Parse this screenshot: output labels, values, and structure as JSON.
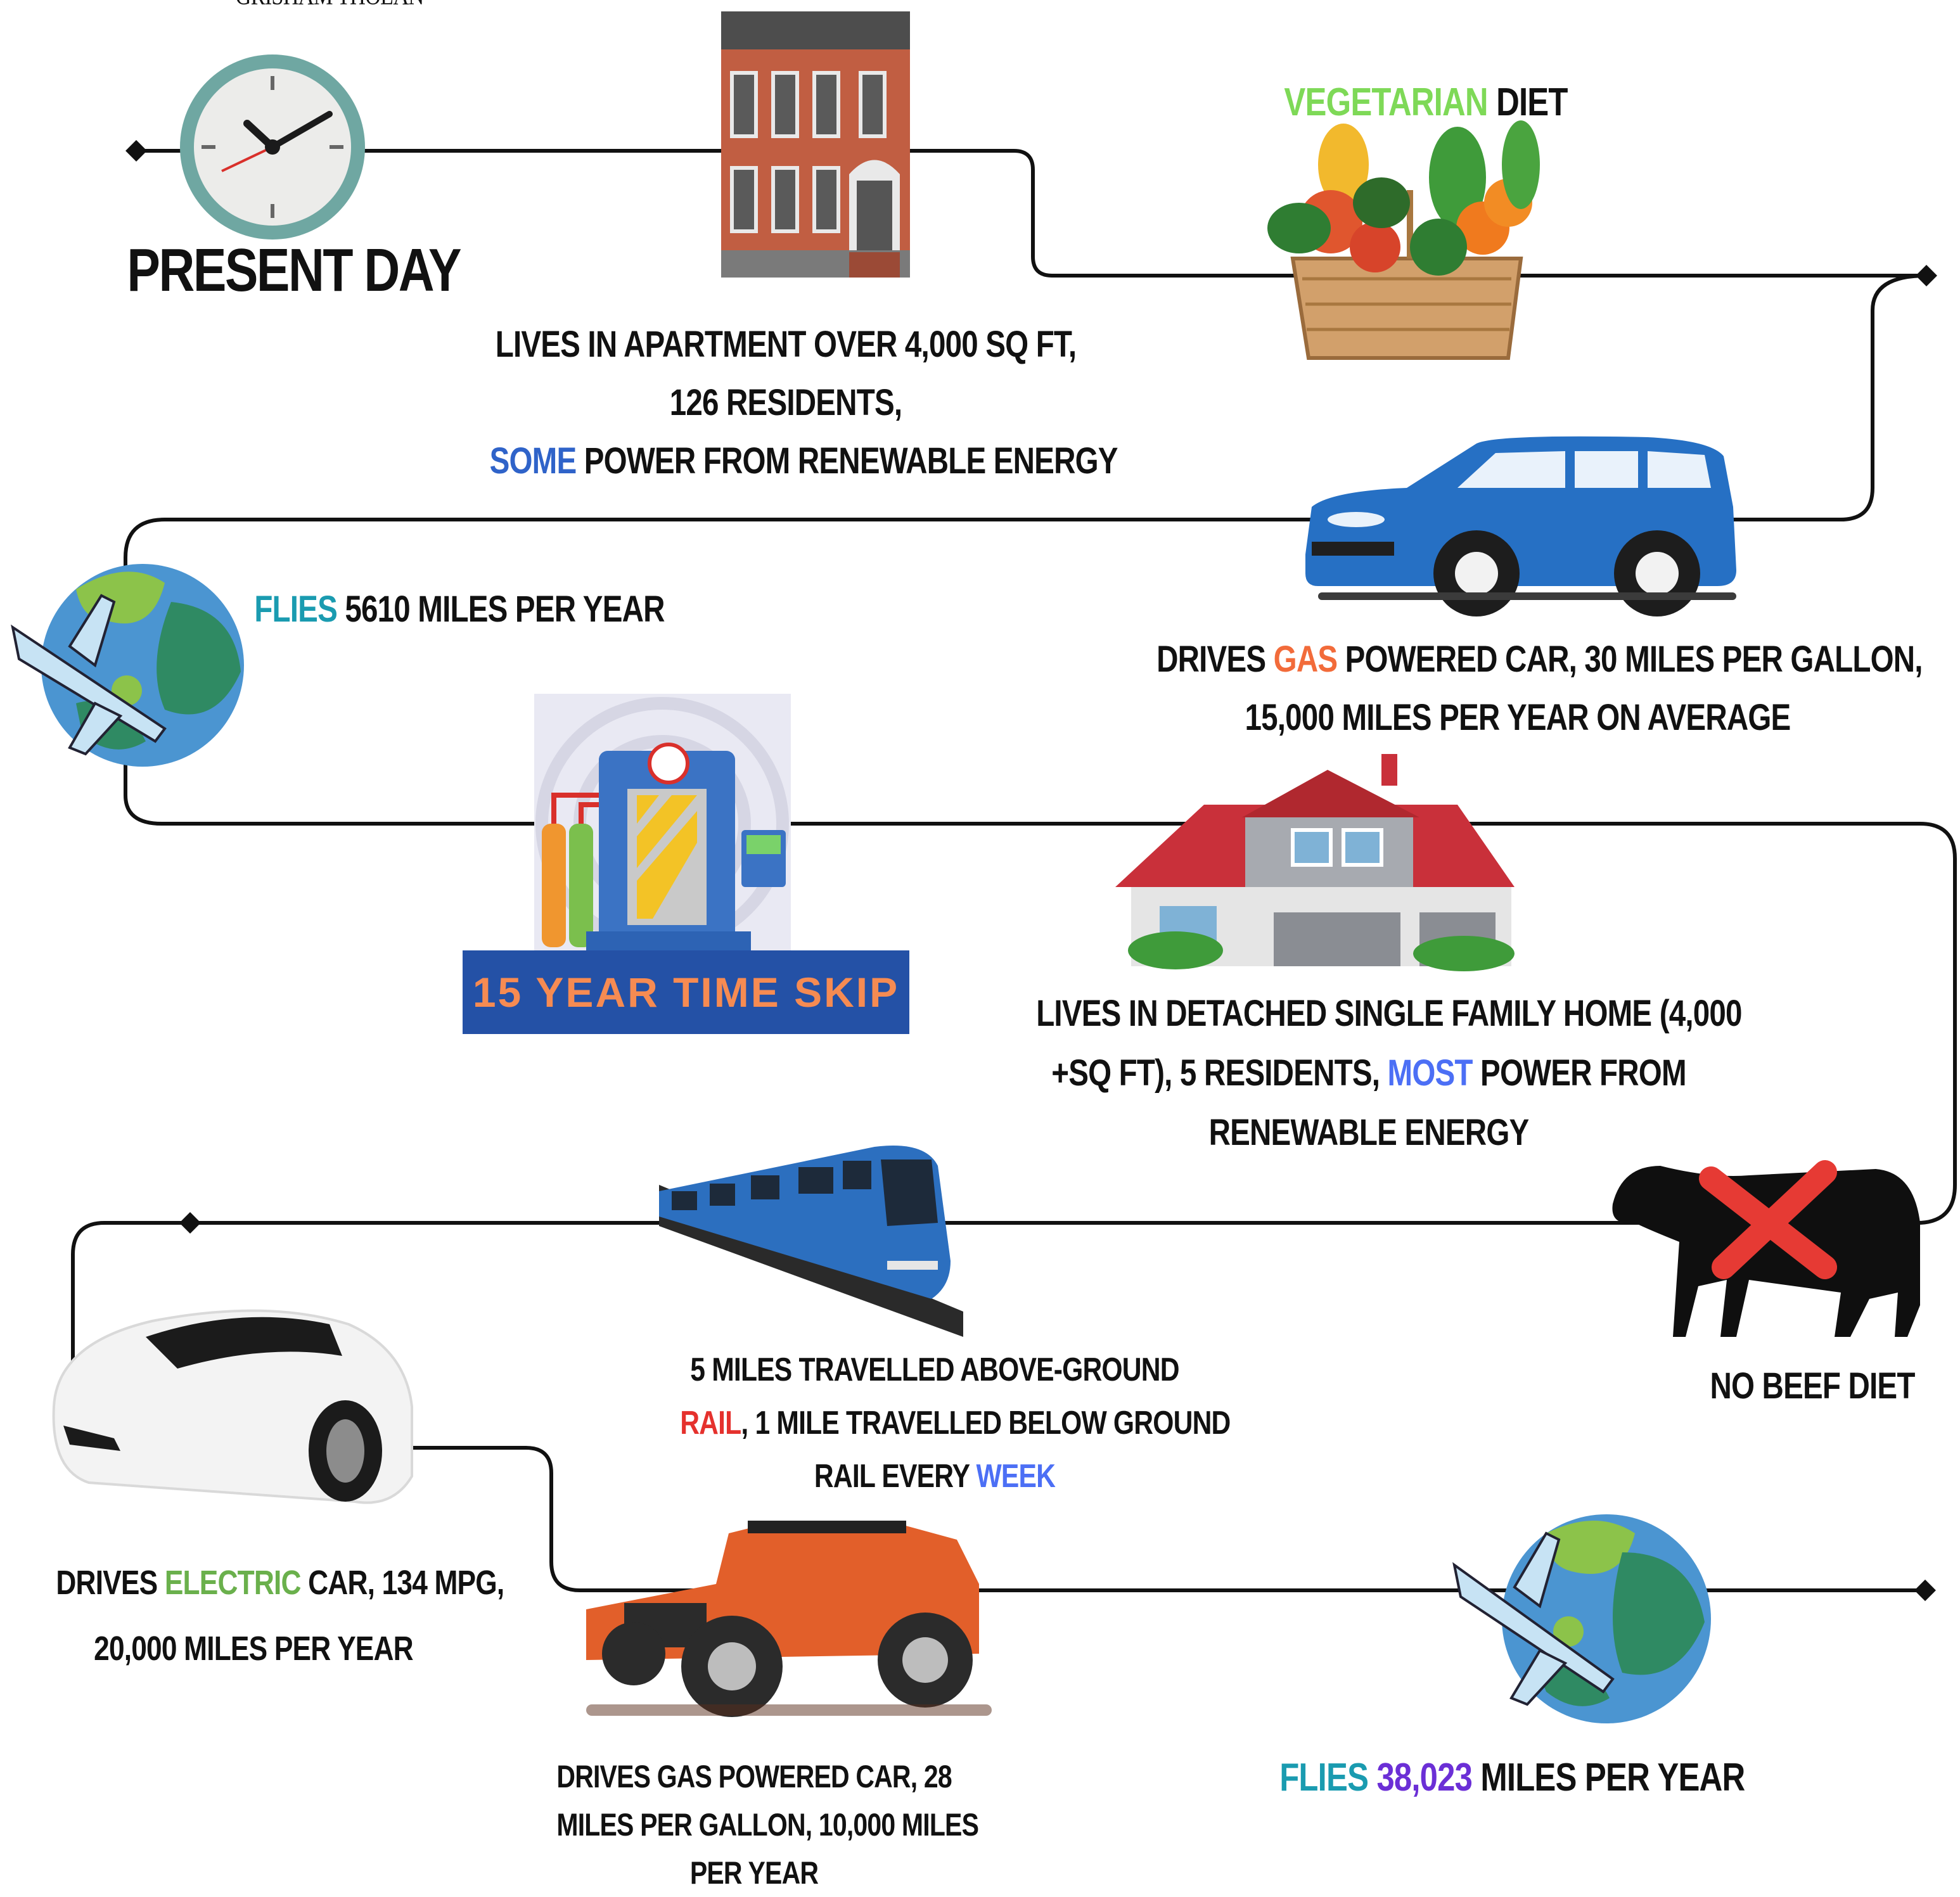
{
  "author_partial": "GRISHAM THOLAN",
  "present_day_label": "Present Day",
  "apartment": {
    "line1": "Lives in apartment over 4,000 sq ft,",
    "line2": "126 residents,",
    "line3_highlight": "some",
    "line3_rest": " power from renewable energy"
  },
  "diet1": {
    "highlight": "Vegetarian",
    "rest": " Diet"
  },
  "flights1": {
    "highlight": "Flies",
    "rest": " 5610 miles per year"
  },
  "gas_car1": {
    "line1_pre": "Drives ",
    "line1_highlight": "gas",
    "line1_post": " powered car, 30 miles per gallon,",
    "line2": "15,000 miles per year on average"
  },
  "time_skip_label": "15 YEAR TIME SKIP",
  "house": {
    "line1": "Lives in detached single family home (4,000",
    "line2_pre": "+SQ Ft), 5 residents, ",
    "line2_highlight": "most",
    "line2_post": " power from",
    "line3": "renewable energy"
  },
  "rail": {
    "line1": "5 miles travelled above-ground",
    "line2_highlight": "rail",
    "line2_rest": ", 1 mile travelled below ground",
    "line3_pre": "rail every ",
    "line3_highlight": "week"
  },
  "diet2": "No beef diet",
  "electric_car": {
    "line1_pre": "Drives ",
    "line1_highlight": "electric",
    "line1_post": " car, 134 mpg,",
    "line2": "20,000 miles per YEAR"
  },
  "gas_car2": {
    "line1": "Drives gas powered car, 28",
    "line2": "miles per gallon, 10,000 miles",
    "line3": "per year"
  },
  "flights2": {
    "highlight1": "Flies",
    "highlight2": " 38,023",
    "rest": " miles per year"
  },
  "colors": {
    "blue": "#2f63c9",
    "teal": "#1a9bb0",
    "orange": "#f26b3a",
    "green": "#6ab04c",
    "purple": "#6b2fd6",
    "red": "#e5312d",
    "light_blue": "#4c6ff5",
    "light_green": "#7ed957",
    "banner_blue": "#2451a6",
    "banner_text": "#f68b52"
  },
  "icons": [
    "clock-icon",
    "apartment-building-icon",
    "vegetable-basket-icon",
    "blue-suv-icon",
    "globe-airplane-icon",
    "time-machine-icon",
    "house-icon",
    "train-icon",
    "crossed-cow-icon",
    "white-sports-car-icon",
    "jeep-icon",
    "globe-airplane-icon"
  ]
}
